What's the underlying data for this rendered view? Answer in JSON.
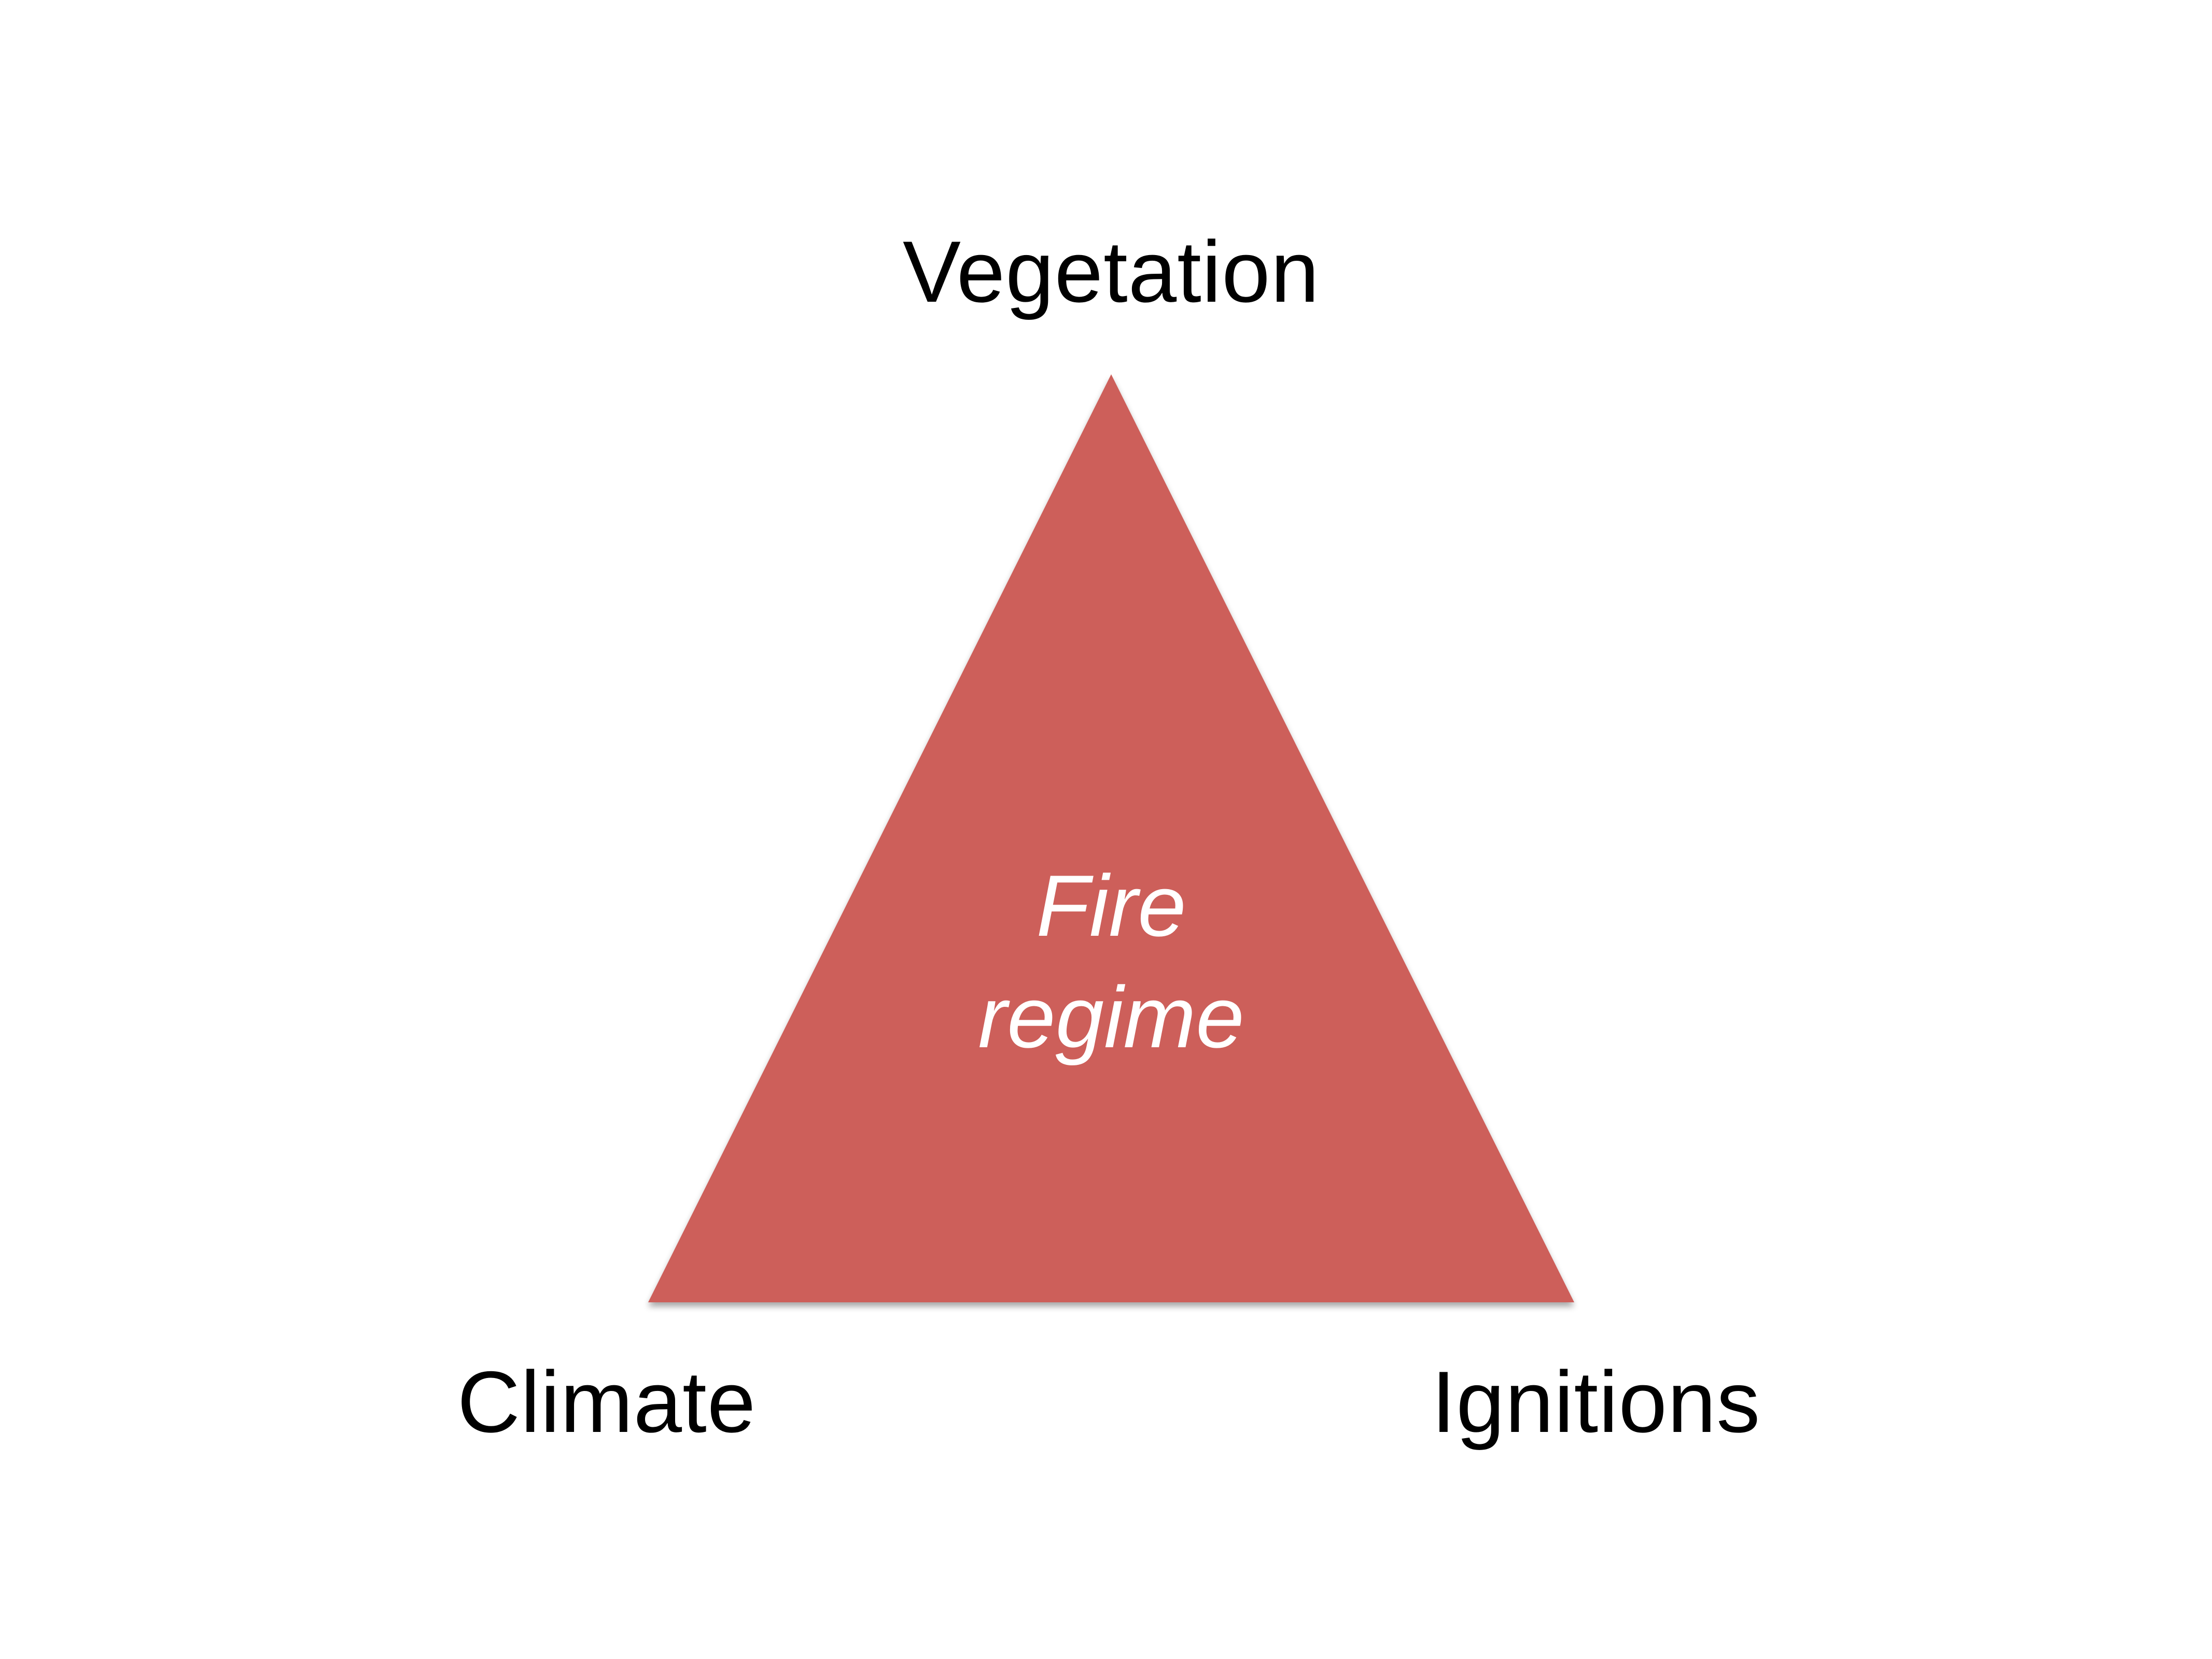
{
  "diagram": {
    "vertices": {
      "top": "Vegetation",
      "bottom_left": "Climate",
      "bottom_right": "Ignitions"
    },
    "center": {
      "line1": "Fire",
      "line2": "regime"
    },
    "colors": {
      "triangle_fill": "#cd5e5a",
      "center_text": "#ffffff",
      "label_text": "#000000",
      "background": "#ffffff"
    }
  }
}
